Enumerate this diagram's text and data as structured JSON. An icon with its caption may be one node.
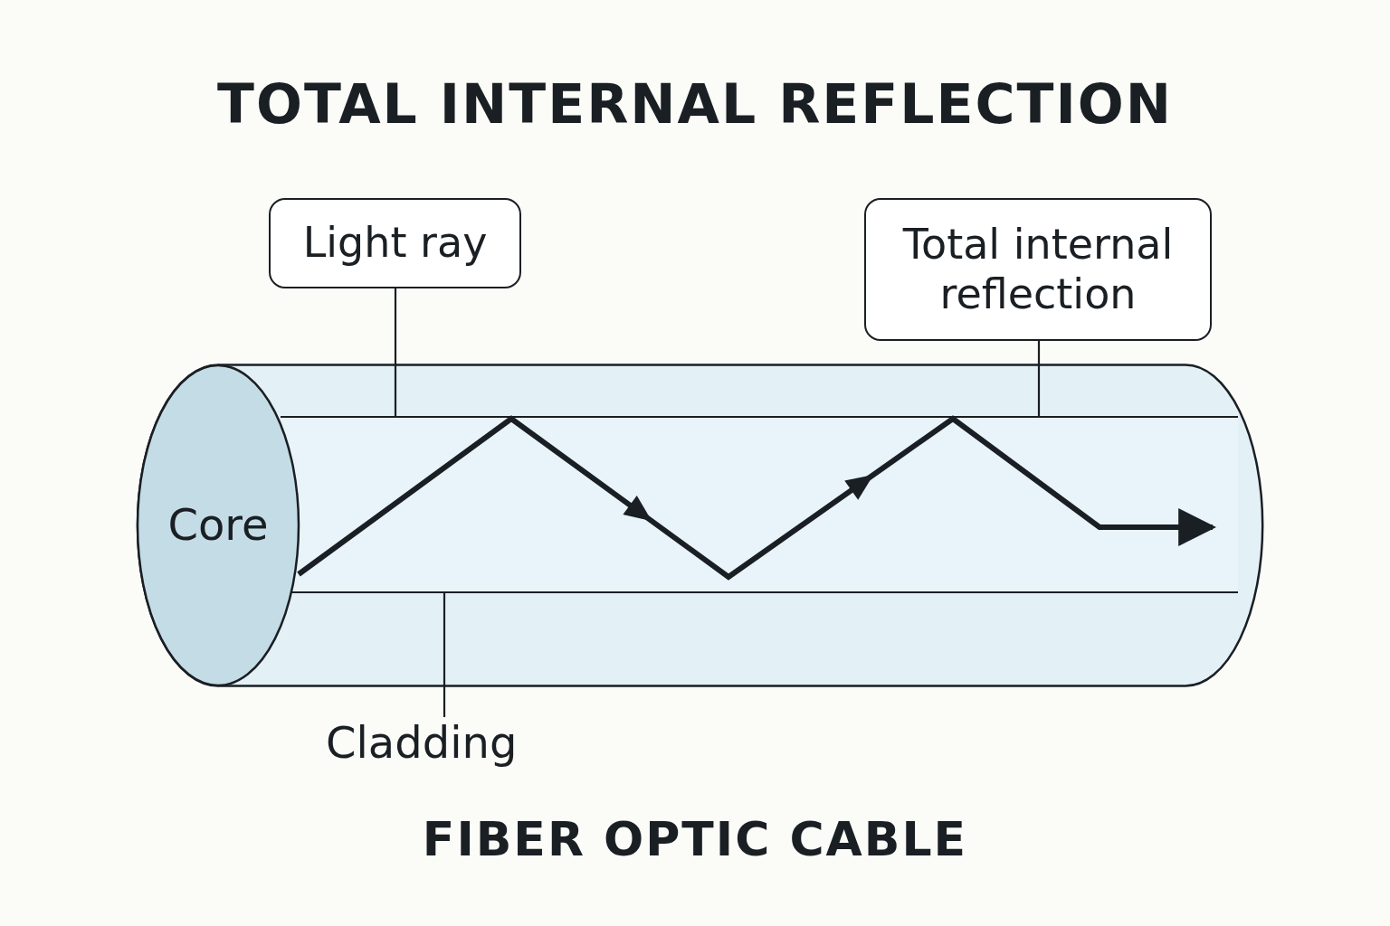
{
  "diagram": {
    "title": "TOTAL INTERNAL REFLECTION",
    "caption": "FIBER OPTIC CABLE",
    "nodes": [
      {
        "text": [
          "Light ray"
        ]
      },
      {
        "text": [
          "Total internal reflection"
        ]
      },
      {
        "text": [
          "Core"
        ],
        "in": 4
      },
      {
        "text": [
          "Cladding"
        ]
      },
      {
        "text": [],
        "shape": "cylinder"
      },
      {
        "text": [],
        "shape": "bar",
        "in": 4
      }
    ],
    "edges": [
      {
        "from": 0,
        "to": 5,
        "arrow": "none"
      },
      {
        "from": 1,
        "to": 5,
        "arrow": "none"
      },
      {
        "from": 3,
        "to": 5,
        "arrow": "none"
      }
    ]
  }
}
